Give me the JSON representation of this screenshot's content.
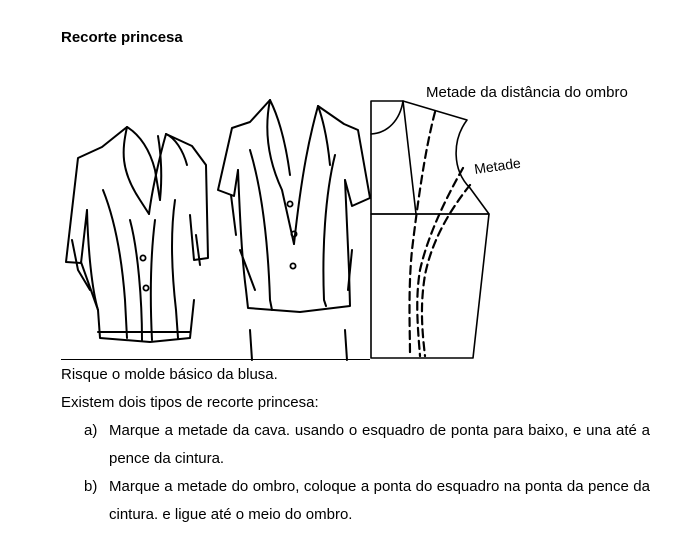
{
  "document": {
    "title": "Recorte princesa",
    "figure": {
      "label_shoulder": "Metade da distância do ombro",
      "label_half": "Metade"
    },
    "paragraphs": [
      "Risque o molde básico da blusa.",
      "Existem dois tipos de recorte princesa:"
    ],
    "list": [
      {
        "marker": "a)",
        "text": "Marque a metade da cava. usando o esquadro de ponta para baixo, e una até a pence da cintura."
      },
      {
        "marker": "b)",
        "text": "Marque a metade do ombro, coloque a ponta do esquadro na ponta da pence da cintura. e ligue até o meio do ombro."
      }
    ]
  }
}
